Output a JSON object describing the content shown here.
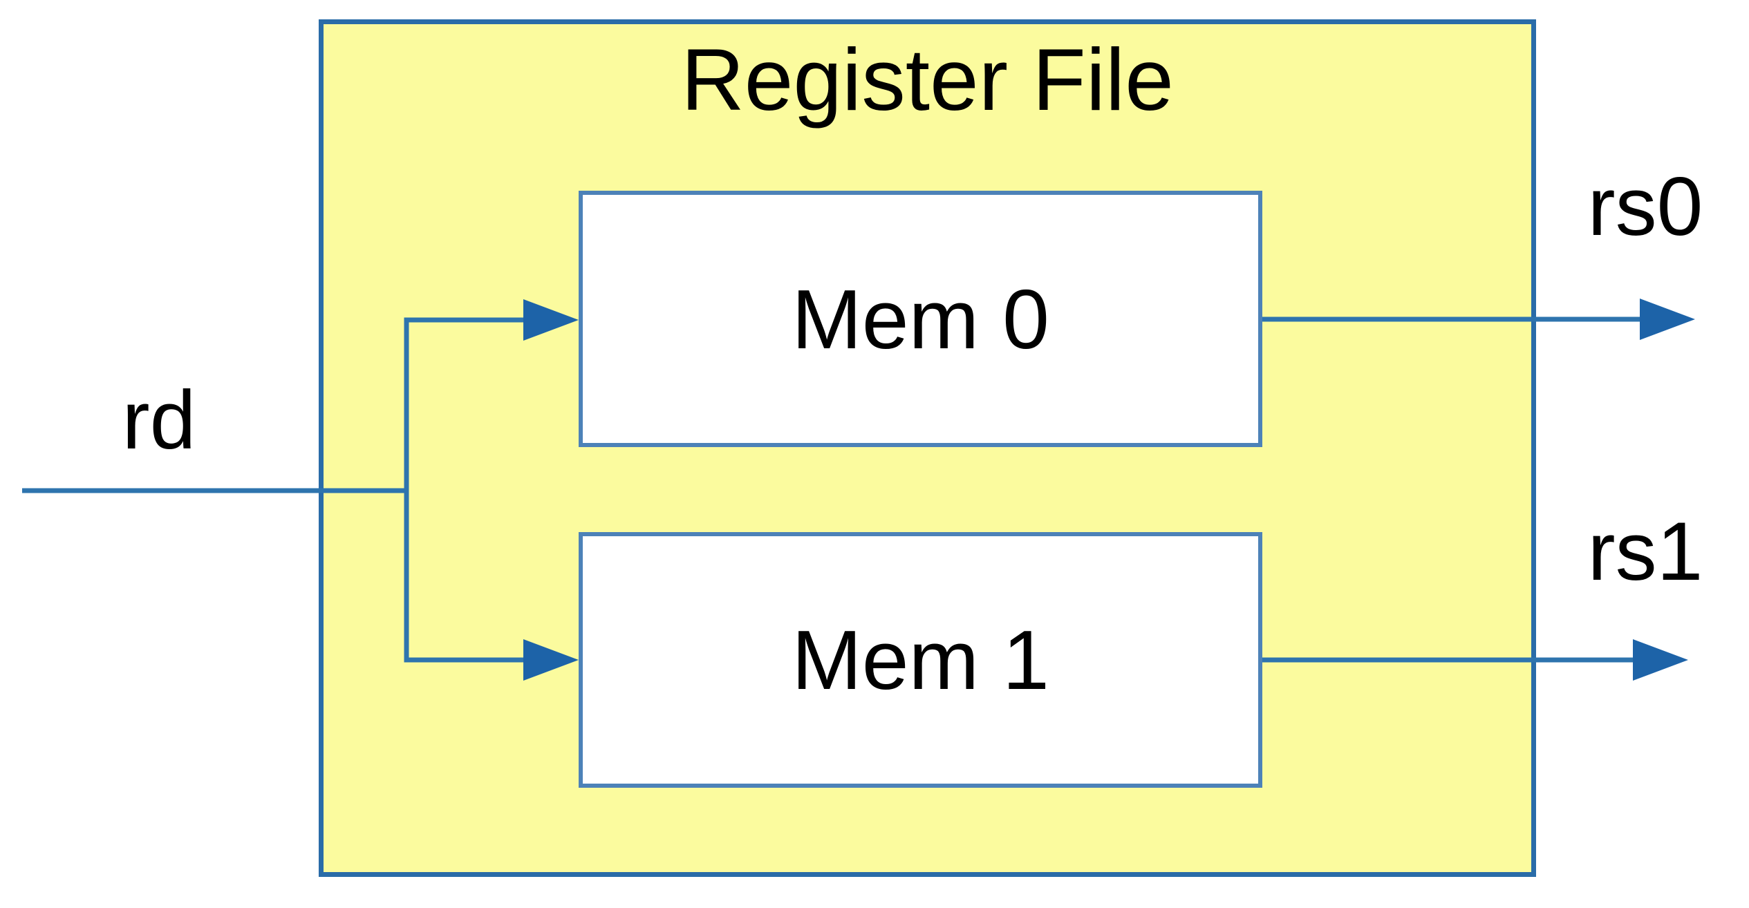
{
  "diagram_type": "block-diagram",
  "register_file": {
    "title": "Register File",
    "memories": [
      {
        "id": "mem0",
        "label": "Mem 0"
      },
      {
        "id": "mem1",
        "label": "Mem 1"
      }
    ]
  },
  "ports": {
    "input": {
      "id": "rd",
      "label": "rd"
    },
    "outputs": [
      {
        "id": "rs0",
        "label": "rs0"
      },
      {
        "id": "rs1",
        "label": "rs1"
      }
    ]
  },
  "connections": [
    {
      "from": "rd",
      "to": "mem0",
      "type": "arrow"
    },
    {
      "from": "rd",
      "to": "mem1",
      "type": "arrow"
    },
    {
      "from": "mem0",
      "to": "rs0",
      "type": "arrow"
    },
    {
      "from": "mem1",
      "to": "rs1",
      "type": "arrow"
    }
  ],
  "colors": {
    "background": "#ffffff",
    "register_file_fill": "#fbfb9e",
    "register_file_border": "#2a6ca8",
    "mem_box_fill": "#ffffff",
    "mem_box_border": "#4d82b8",
    "wire": "#2e74ae",
    "arrow_fill": "#1d63a8",
    "text": "#000000"
  }
}
